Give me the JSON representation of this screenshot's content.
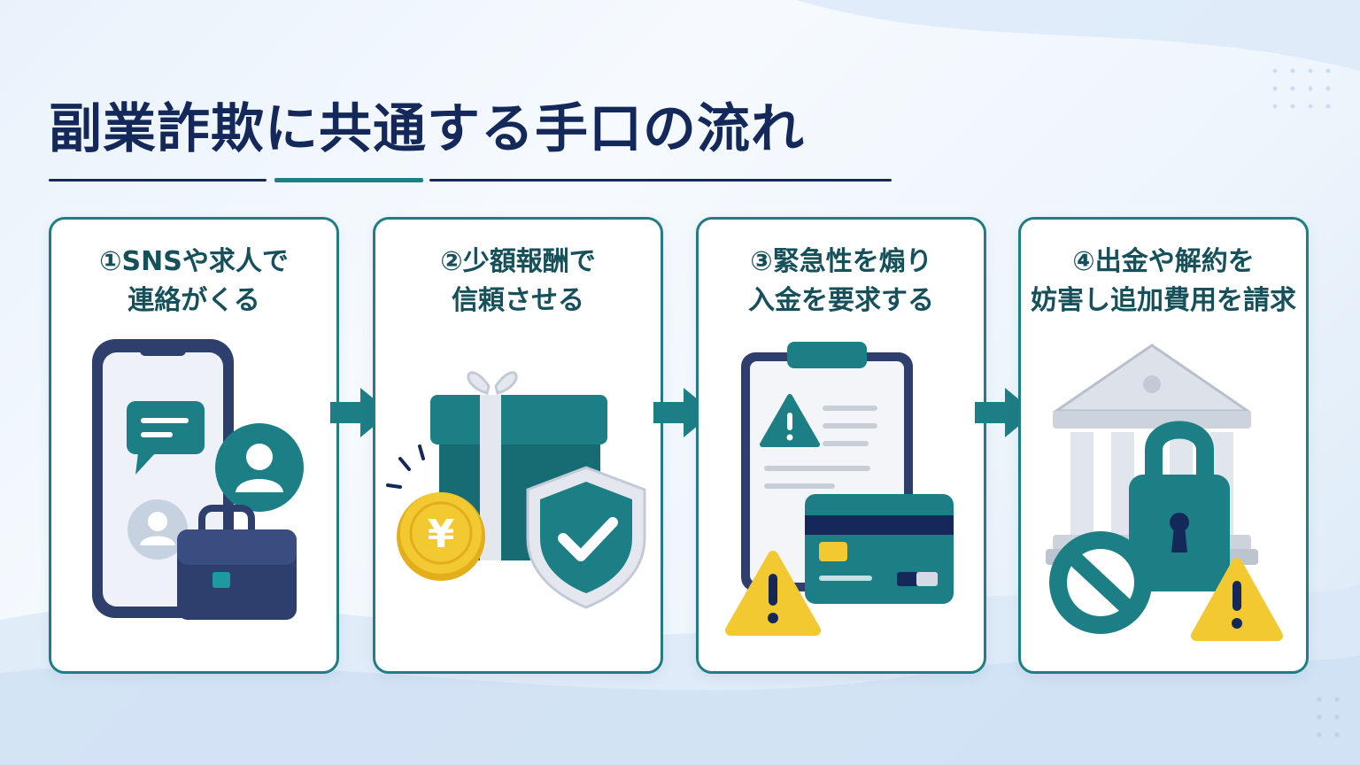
{
  "title": "副業詐欺に共通する手口の流れ",
  "steps": [
    {
      "line1": "①SNSや求人で",
      "line2": "連絡がくる"
    },
    {
      "line1": "②少額報酬で",
      "line2": "信頼させる"
    },
    {
      "line1": "③緊急性を煽り",
      "line2": "入金を要求する"
    },
    {
      "line1": "④出金や解約を",
      "line2": "妨害し追加費用を請求"
    }
  ],
  "colors": {
    "navy": "#14295a",
    "teal": "#1d7f86",
    "yellow": "#f3c932",
    "slate": "#2e3f6e"
  },
  "icons": [
    "smartphone-icon",
    "chat-bubble-icon",
    "user-avatar-icon",
    "briefcase-icon",
    "gift-box-icon",
    "yen-coin-icon",
    "shield-check-icon",
    "clipboard-icon",
    "warning-icon",
    "credit-card-icon",
    "bank-icon",
    "padlock-icon",
    "prohibited-icon"
  ]
}
